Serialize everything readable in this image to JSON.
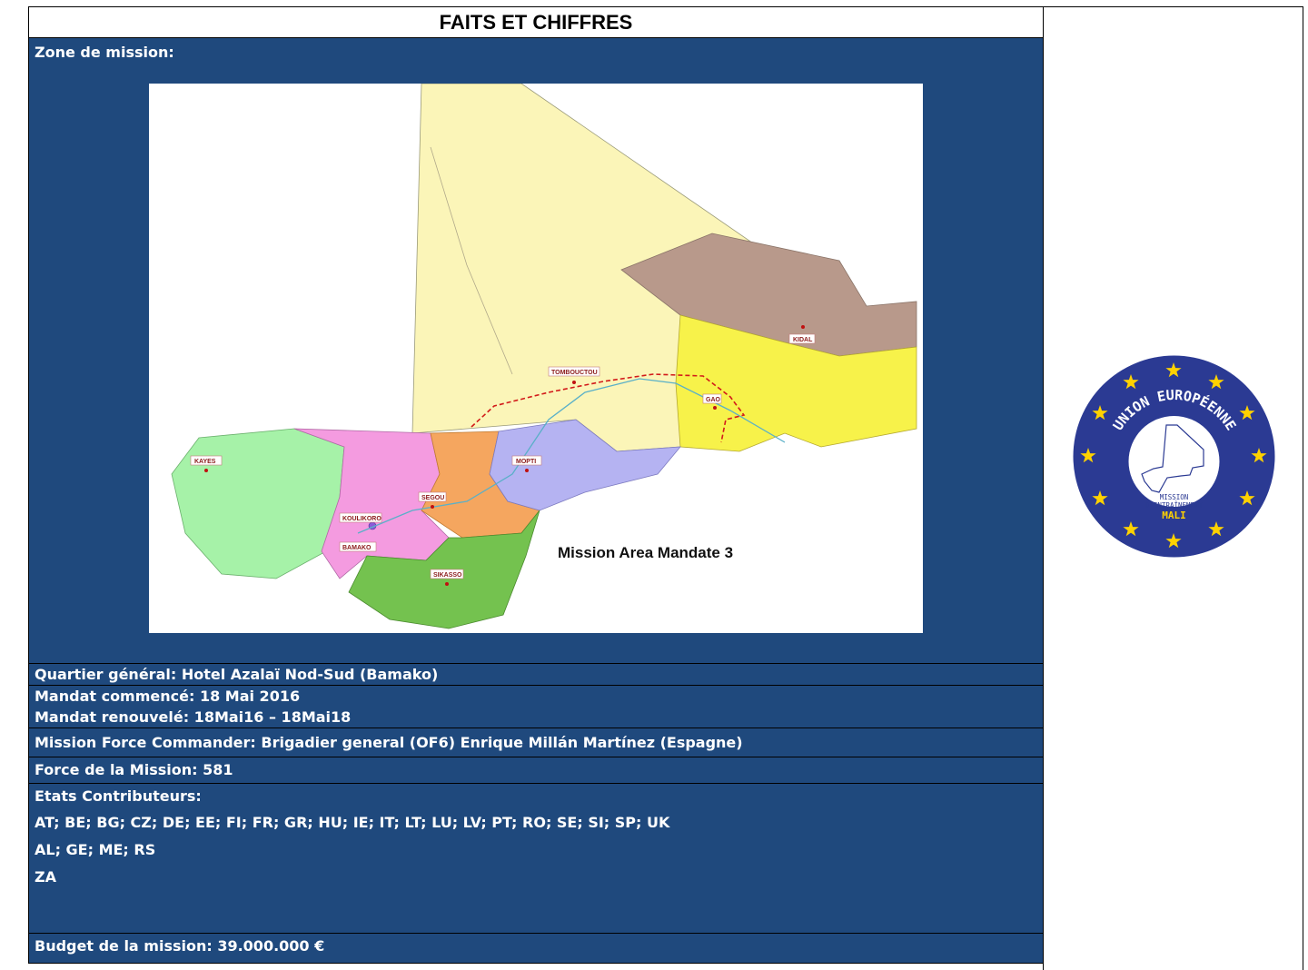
{
  "title": "FAITS ET CHIFFRES",
  "zone_label": "Zone de mission:",
  "map": {
    "caption": "Mission Area Mandate 3",
    "cities": {
      "kayes": "KAYES",
      "koulikoro": "KOULIKORO",
      "bamako": "BAMAKO",
      "segou": "SEGOU",
      "sikasso": "SIKASSO",
      "mopti": "MOPTI",
      "tombouctou": "TOMBOUCTOU",
      "gao": "GAO",
      "kidal": "KIDAL"
    },
    "region_colors": {
      "tombouctou": "#fbf5b8",
      "kidal": "#b8998b",
      "gao": "#f7f24a",
      "kayes": "#a6f2a8",
      "koulikoro": "#f49be0",
      "segou": "#f5a65f",
      "mopti": "#b5b3f2",
      "sikasso": "#74c24f",
      "bamako": "#8a5ad8"
    }
  },
  "facts": {
    "quartier": "Quartier général:  Hotel Azalaï Nod-Sud (Bamako)",
    "mandat_commence": "Mandat commencé:  18 Mai 2016",
    "mandat_renouvele": "Mandat renouvelé:  18Mai16  – 18Mai18",
    "commander": "Mission Force Commander:  Brigadier general (OF6) Enrique Millán Martínez (Espagne)",
    "force": "Force de la Mission:  581",
    "etats_label": "Etats Contributeurs:",
    "etats_line1": "AT; BE; BG; CZ; DE; EE; FI; FR; GR; HU; IE; IT; LT; LU; LV; PT; RO; SE; SI; SP; UK",
    "etats_line2": "AL; GE; ME; RS",
    "etats_line3": "ZA",
    "budget": "Budget de la mission: 39.000.000 €"
  },
  "logo": {
    "arc_text": "UNION EUROPÉENNE",
    "line1": "MISSION",
    "line2": "D'ENTRAÎNEMENT",
    "line3": "MALI",
    "colors": {
      "ring": "#2b3a93",
      "star": "#ffd200",
      "inner": "#ffffff"
    }
  }
}
